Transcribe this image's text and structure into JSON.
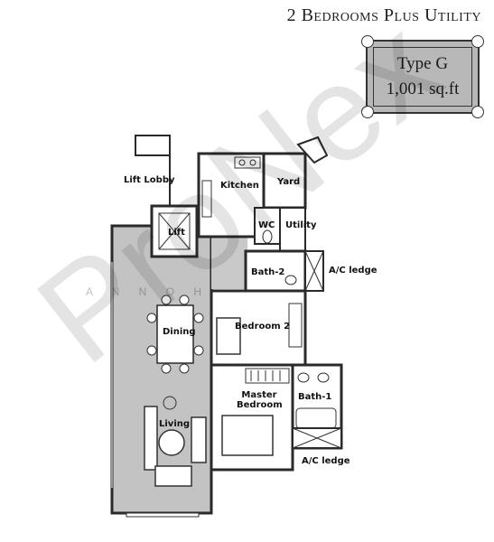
{
  "heading": "2 Bedrooms Plus Utility",
  "unit": {
    "type": "Type G",
    "area": "1,001 sq.ft"
  },
  "rooms": {
    "lift_lobby": "Lift Lobby",
    "lift": "Lift",
    "kitchen": "Kitchen",
    "yard": "Yard",
    "wc": "WC",
    "utility": "Utility",
    "bath2": "Bath-2",
    "ac_ledge_top": "A/C ledge",
    "dining": "Dining",
    "bedroom2": "Bedroom 2",
    "master": "Master Bedroom",
    "bath1": "Bath-1",
    "living": "Living",
    "ac_ledge_bottom": "A/C ledge"
  },
  "watermark": {
    "main": "ProNex",
    "sub": "A N N O H"
  },
  "colors": {
    "living_area": "#c3c3c3",
    "tile_box": "#b8b8b8",
    "walls": "#2a2a2a"
  }
}
